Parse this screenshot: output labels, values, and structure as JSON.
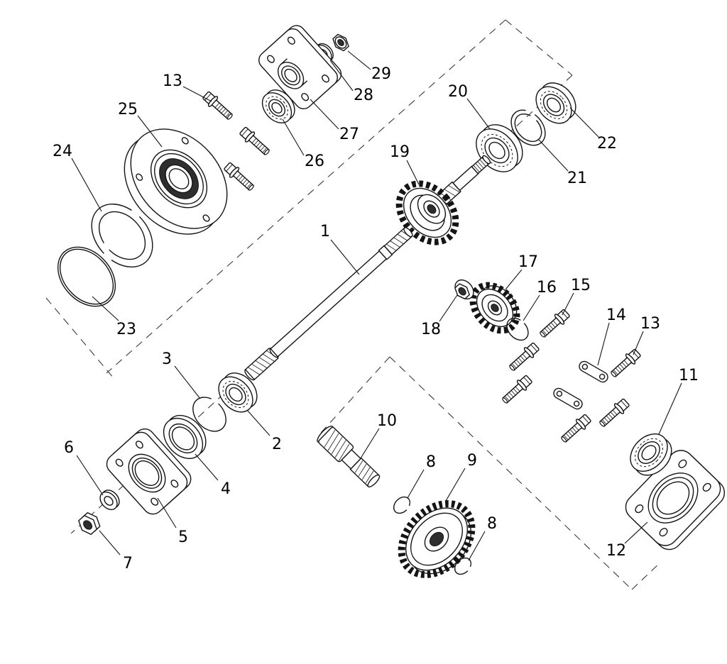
{
  "diagram": {
    "background_color": "#ffffff",
    "line_color": "#141414",
    "guide_line_color": "#3a3a3a",
    "callouts": {
      "c1": "1",
      "c2": "2",
      "c3": "3",
      "c4": "4",
      "c5": "5",
      "c6": "6",
      "c7": "7",
      "c8_upper": "8",
      "c8_lower": "8",
      "c9": "9",
      "c10": "10",
      "c11": "11",
      "c12": "12",
      "c13_left": "13",
      "c13_right": "13",
      "c14": "14",
      "c15": "15",
      "c16": "16",
      "c17": "17",
      "c18": "18",
      "c19": "19",
      "c20": "20",
      "c21": "21",
      "c22": "22",
      "c23": "23",
      "c24": "24",
      "c25": "25",
      "c26": "26",
      "c27": "27",
      "c28": "28",
      "c29": "29"
    }
  }
}
